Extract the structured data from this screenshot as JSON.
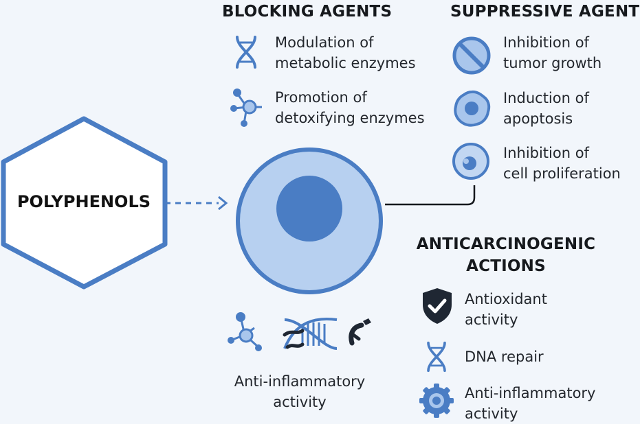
{
  "hexagon": {
    "label": "POLYPHENOLS"
  },
  "blocking": {
    "title": "BLOCKING AGENTS",
    "items": [
      {
        "line1": "Modulation of",
        "line2": "metabolic enzymes",
        "icon": "dna-icon"
      },
      {
        "line1": "Promotion of",
        "line2": "detoxifying enzymes",
        "icon": "molecule-icon"
      }
    ]
  },
  "suppressive": {
    "title": "SUPPRESSIVE AGENTS",
    "items": [
      {
        "line1": "Inhibition of",
        "line2": "tumor growth",
        "icon": "prohibited-icon"
      },
      {
        "line1": "Induction of",
        "line2": "apoptosis",
        "icon": "apoptotic-cell-icon"
      },
      {
        "line1": "Inhibition of",
        "line2": "cell proliferation",
        "icon": "cell-icon"
      }
    ]
  },
  "anticarcinogenic": {
    "title_line1": "ANTICARCINOGENIC",
    "title_line2": "ACTIONS",
    "items": [
      {
        "line1": "Antioxidant",
        "line2": "activity",
        "icon": "shield-check-icon"
      },
      {
        "line1": "DNA repair",
        "line2": "",
        "icon": "dna-icon"
      },
      {
        "line1": "Anti-inflammatory",
        "line2": "activity",
        "icon": "gear-icon"
      }
    ]
  },
  "bottom_group": {
    "line1": "Anti-inflammatory",
    "line2": "activity",
    "icons": [
      "molecule-icon",
      "broken-dna-icon",
      "dna-fragment-icon"
    ]
  },
  "colors": {
    "primary": "#4a7dc4",
    "light": "#a9c6ec",
    "dark": "#1f2733"
  }
}
